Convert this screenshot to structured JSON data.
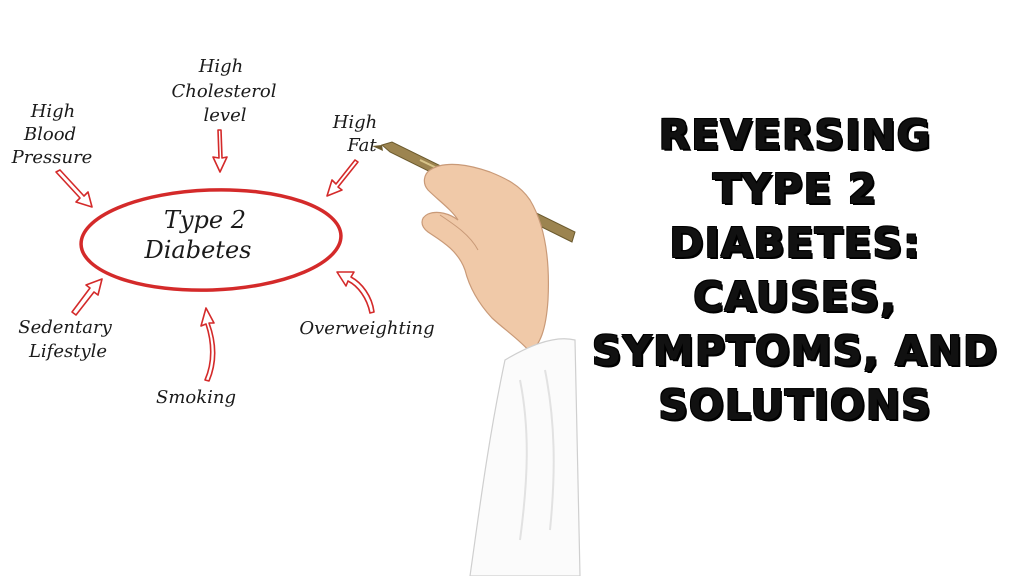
{
  "diagram": {
    "center_line1": "Type 2",
    "center_line2": "Diabetes",
    "factors": {
      "high_blood_pressure": [
        "High",
        "Blood",
        "Pressure"
      ],
      "high_cholesterol": [
        "High",
        "Cholesterol",
        "level"
      ],
      "high_fat": [
        "High",
        "Fat"
      ],
      "sedentary_lifestyle": [
        "Sedentary",
        "Lifestyle"
      ],
      "smoking": [
        "Smoking"
      ],
      "overweighting": [
        "Overweighting"
      ]
    },
    "accent_color": "#d42a2a"
  },
  "headline": {
    "lines": [
      "Reversing",
      "Type 2",
      "Diabetes:",
      "Causes,",
      "Symptoms, and",
      "Solutions"
    ]
  }
}
